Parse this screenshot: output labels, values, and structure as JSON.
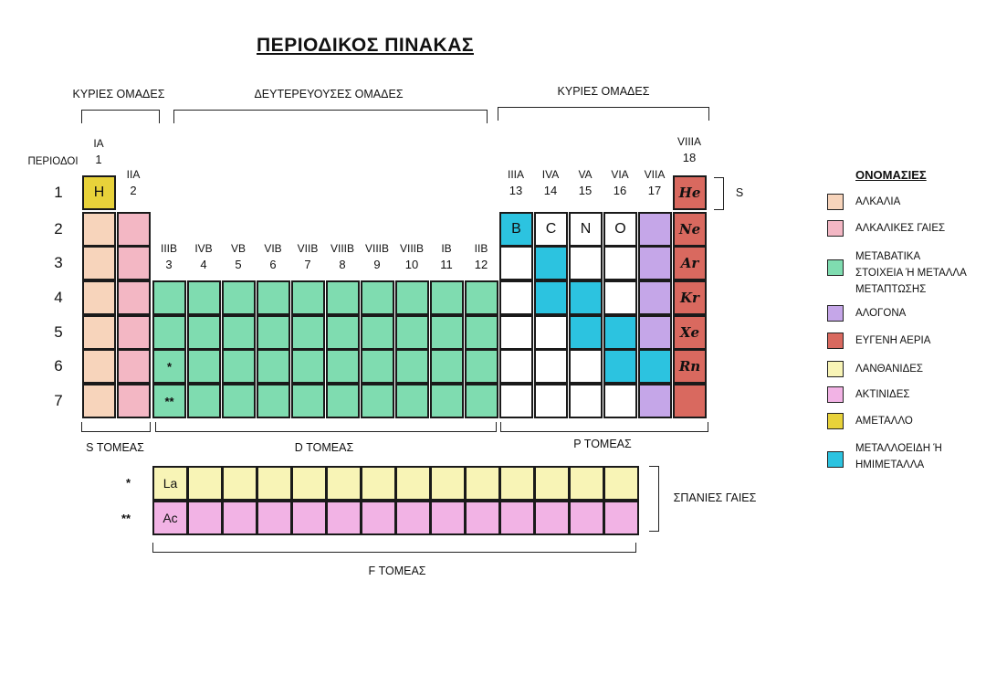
{
  "title": "ΠΕΡΙΟΔΙΚΟΣ ΠΙΝΑΚΑΣ",
  "headers": {
    "main_left": "ΚΥΡΙΕΣ ΟΜΑΔΕΣ",
    "secondary": "ΔΕΥΤΕΡΕΥΟΥΣΕΣ ΟΜΑΔΕΣ",
    "main_right": "ΚΥΡΙΕΣ ΟΜΑΔΕΣ",
    "periods": "ΠΕΡΙΟΔΟΙ"
  },
  "groups": [
    {
      "roman": "IA",
      "num": "1"
    },
    {
      "roman": "IIA",
      "num": "2"
    },
    {
      "roman": "IIIB",
      "num": "3"
    },
    {
      "roman": "IVB",
      "num": "4"
    },
    {
      "roman": "VB",
      "num": "5"
    },
    {
      "roman": "VIB",
      "num": "6"
    },
    {
      "roman": "VIIB",
      "num": "7"
    },
    {
      "roman": "VIIIB",
      "num": "8"
    },
    {
      "roman": "VIIIB",
      "num": "9"
    },
    {
      "roman": "VIIIB",
      "num": "10"
    },
    {
      "roman": "IB",
      "num": "11"
    },
    {
      "roman": "IIB",
      "num": "12"
    },
    {
      "roman": "IIIA",
      "num": "13"
    },
    {
      "roman": "IVA",
      "num": "14"
    },
    {
      "roman": "VA",
      "num": "15"
    },
    {
      "roman": "VIA",
      "num": "16"
    },
    {
      "roman": "VIIA",
      "num": "17"
    },
    {
      "roman": "VIIIA",
      "num": "18"
    }
  ],
  "periods": [
    "1",
    "2",
    "3",
    "4",
    "5",
    "6",
    "7"
  ],
  "labeled_elements": {
    "H": "H",
    "B": "B",
    "C": "C",
    "N": "N",
    "O": "O",
    "He": "He",
    "Ne": "Ne",
    "Ar": "Ar",
    "Kr": "Kr",
    "Xe": "Xe",
    "Rn": "Rn",
    "La": "La",
    "Ac": "Ac"
  },
  "markers": {
    "lanthanide": "*",
    "actinide": "**"
  },
  "s_label": "S",
  "blocks": {
    "s": "S ΤΟΜΕΑΣ",
    "d": "D ΤΟΜΕΑΣ",
    "p": "P ΤΟΜΕΑΣ",
    "f": "F ΤΟΜΕΑΣ",
    "rare_earths": "ΣΠΑΝΙΕΣ ΓΑΙΕΣ"
  },
  "legend": {
    "title": "ΟΝΟΜΑΣΙΕΣ",
    "items": [
      {
        "label": "ΑΛΚΑΛΙΑ",
        "color": "#f7d4bb"
      },
      {
        "label": "ΑΛΚΑΛΙΚΕΣ ΓΑΙΕΣ",
        "color": "#f3b7c4"
      },
      {
        "label_lines": [
          "ΜΕΤΑΒΑΤΙΚΑ",
          "ΣΤΟΙΧΕΙΑ Ή ΜΕΤΑΛΛΑ",
          "ΜΕΤΑΠΤΩΣΗΣ"
        ],
        "color": "#7fdcb0"
      },
      {
        "label": "ΑΛΟΓΟΝΑ",
        "color": "#c5a6e8"
      },
      {
        "label": "ΕΥΓΕΝΗ ΑΕΡΙΑ",
        "color": "#d9695f"
      },
      {
        "label": "ΛΑΝΘΑΝΙΔΕΣ",
        "color": "#f8f4b6"
      },
      {
        "label": "ΑΚΤΙΝΙΔΕΣ",
        "color": "#f2b3e5"
      },
      {
        "label": "ΑΜΕΤΑΛΛΟ",
        "color": "#e8d23a"
      },
      {
        "label_lines": [
          "ΜΕΤΑΛΛΟΕΙΔΗ Ή",
          "ΗΜΙΜΕΤΑΛΛΑ"
        ],
        "color": "#2cc3e0"
      }
    ]
  },
  "colors": {
    "alkali": "#f7d4bb",
    "alkaline_earth": "#f3b7c4",
    "transition": "#7fdcb0",
    "halogen": "#c5a6e8",
    "noble_gas": "#d9695f",
    "lanthanide": "#f8f4b6",
    "actinide": "#f2b3e5",
    "nonmetal": "#e8d23a",
    "metalloid": "#2cc3e0",
    "blank": "#ffffff"
  }
}
